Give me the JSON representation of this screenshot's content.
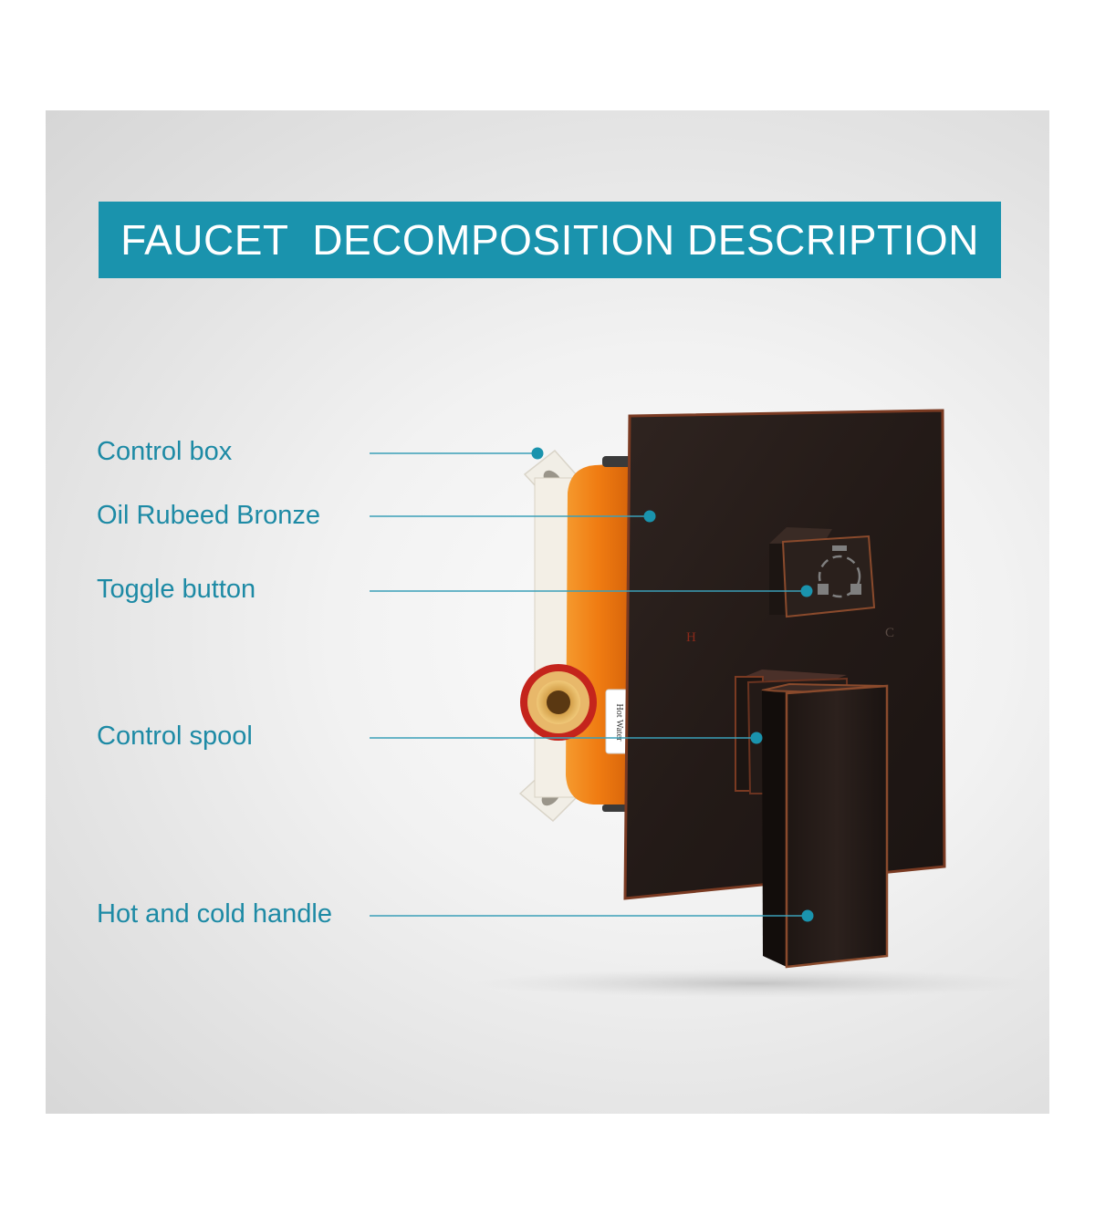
{
  "banner": {
    "title": "FAUCET  DECOMPOSITION DESCRIPTION"
  },
  "callouts": [
    {
      "label": "Control box"
    },
    {
      "label": "Oil Rubeed Bronze"
    },
    {
      "label": "Toggle button"
    },
    {
      "label": "Control spool"
    },
    {
      "label": "Hot and cold handle"
    }
  ],
  "product": {
    "plate_mark_hot": "H",
    "plate_mark_cold": "C",
    "port_sticker": "Hot Water"
  },
  "colors": {
    "accent": "#1a93ad",
    "label_text": "#1d8aa5",
    "leader_line": "#3a9fb8",
    "marker_dot": "#1a93ad",
    "plate": "#2a1f1b",
    "plate_edge": "#7a3a22",
    "box_orange": "#f07c12",
    "bracket": "#f1eee6"
  }
}
